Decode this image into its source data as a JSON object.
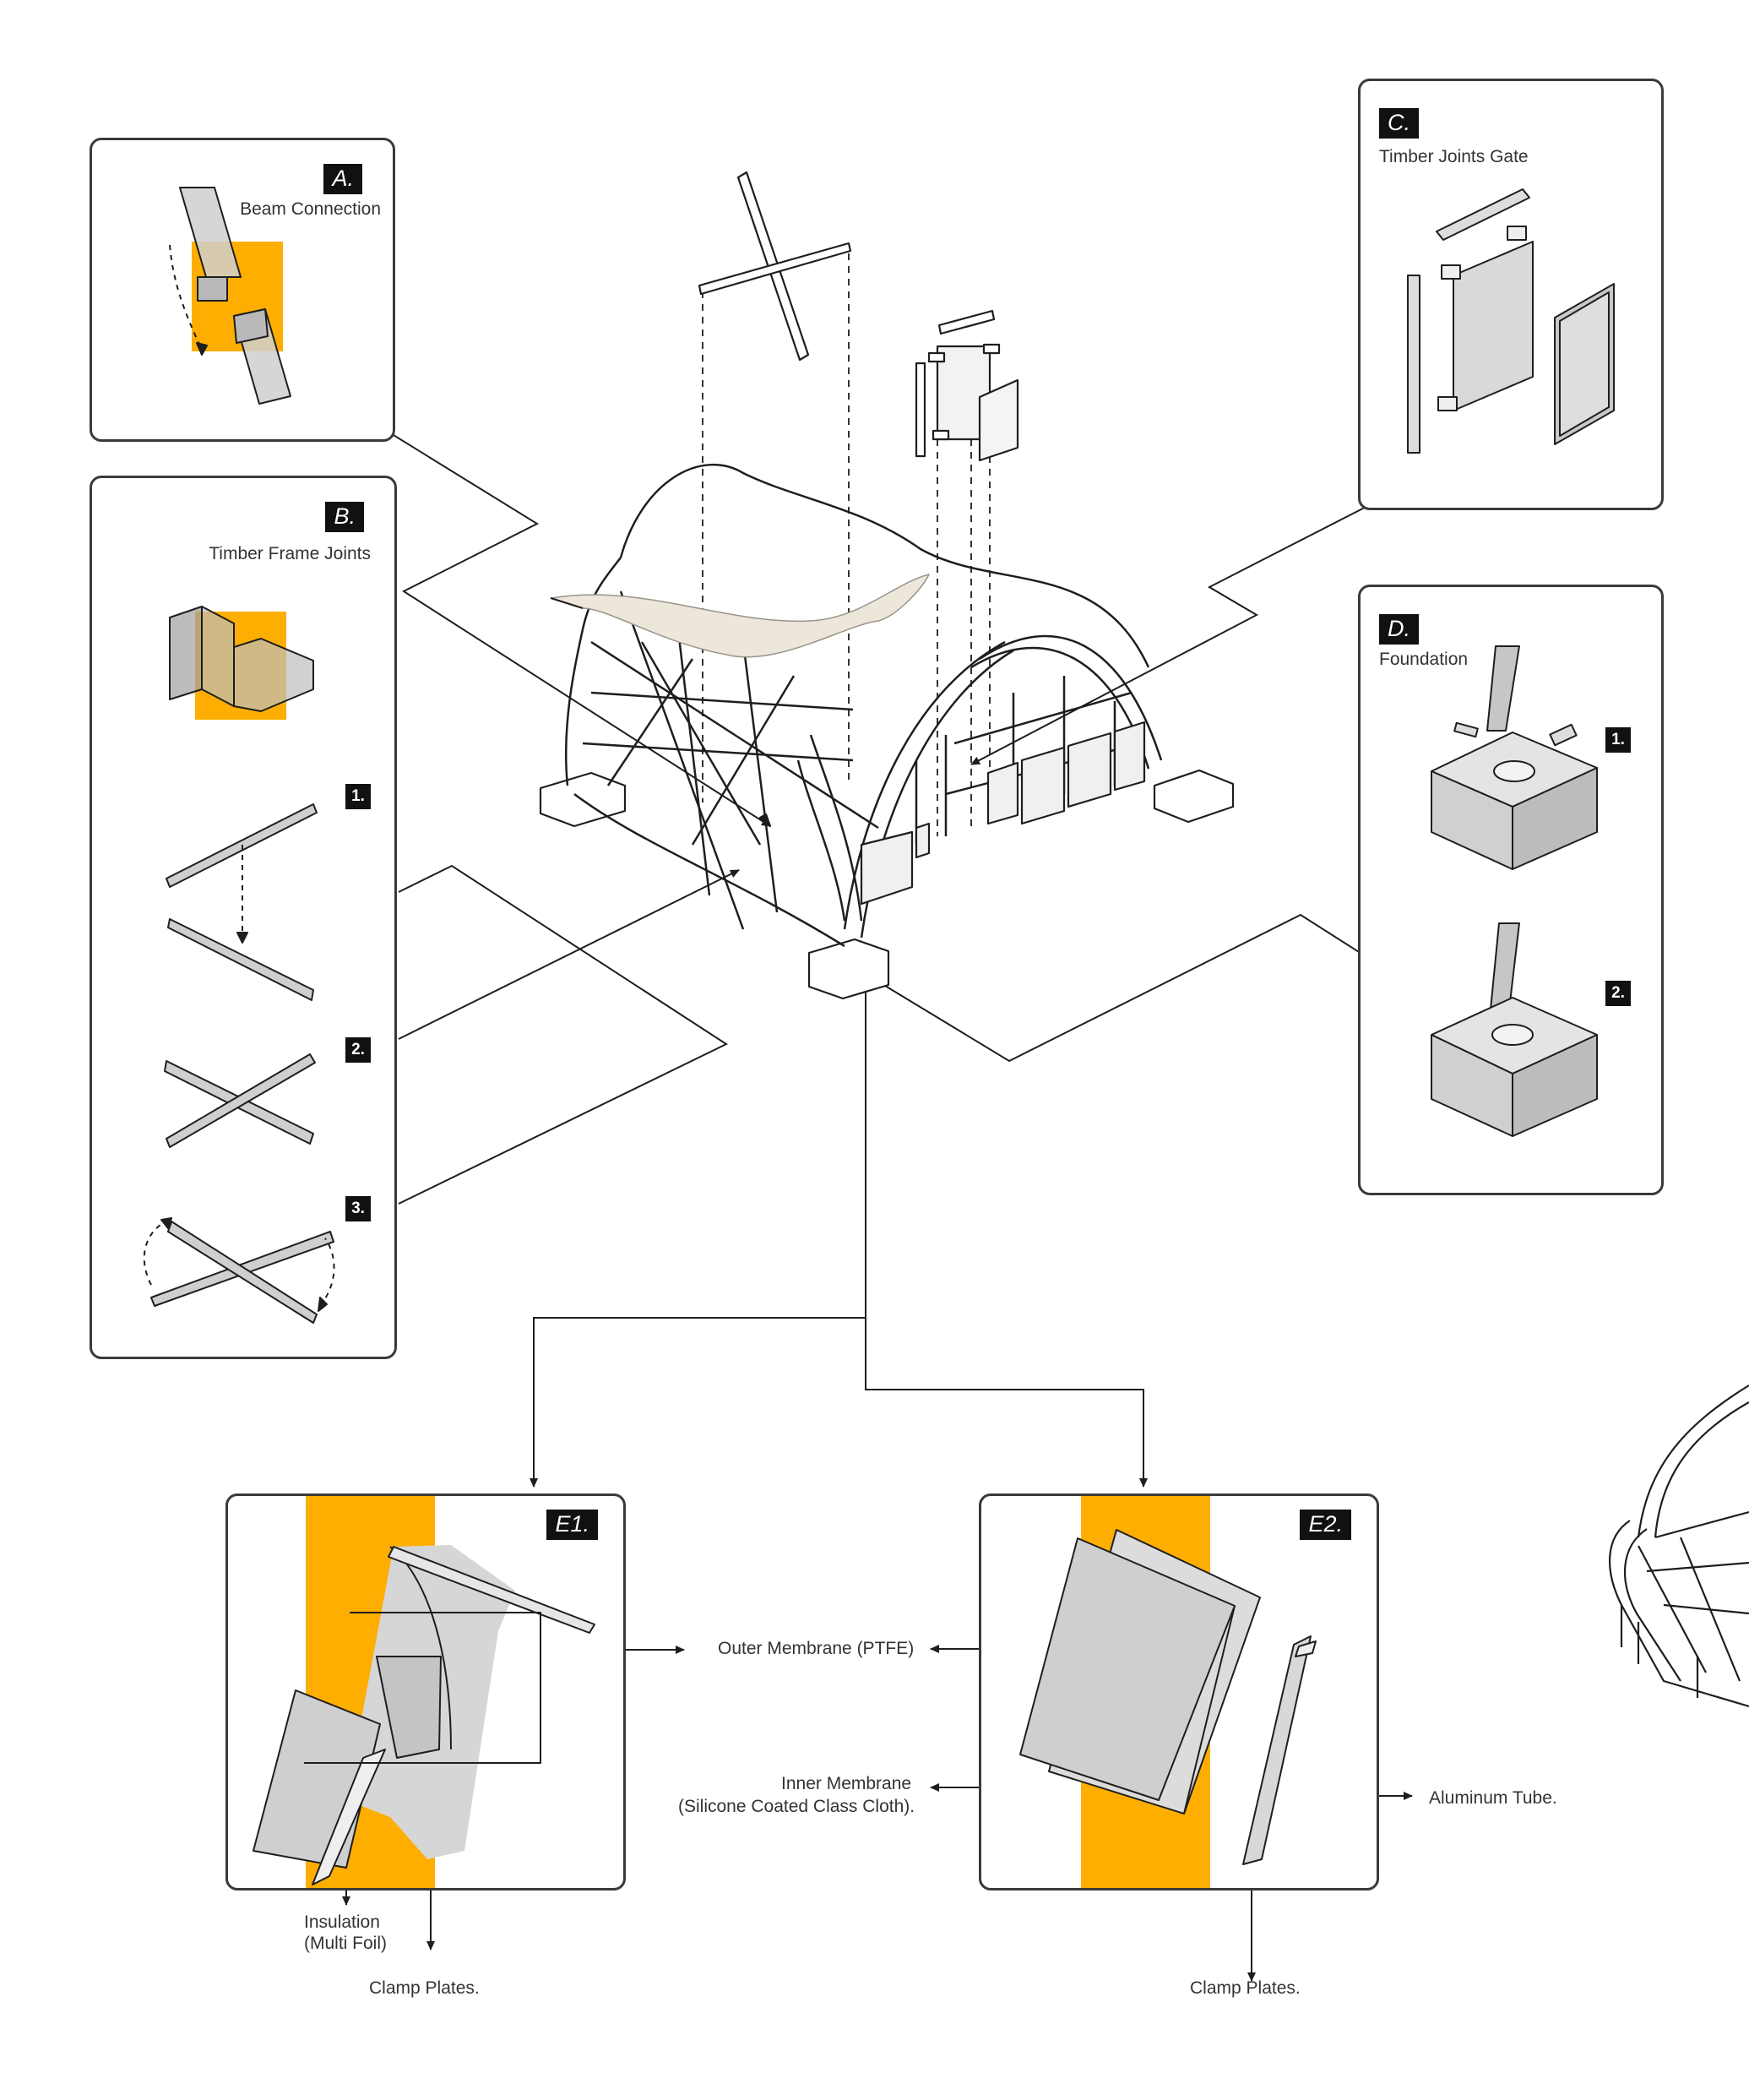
{
  "colors": {
    "accent": "#fdae00",
    "line": "#1e1e1e",
    "frame": "#3a3a3a",
    "fill": "#d6d6d6",
    "membrane": "#ece7da"
  },
  "panels": {
    "a": {
      "tag": "A.",
      "title": "Beam Connection"
    },
    "b": {
      "tag": "B.",
      "title": "Timber Frame Joints",
      "steps": [
        "1.",
        "2.",
        "3."
      ]
    },
    "c": {
      "tag": "C.",
      "title": "Timber Joints Gate"
    },
    "d": {
      "tag": "D.",
      "title": "Foundation",
      "steps": [
        "1.",
        "2."
      ]
    },
    "e1": {
      "tag": "E1."
    },
    "e2": {
      "tag": "E2."
    }
  },
  "labels": {
    "outer_membrane": "Outer Membrane (PTFE)",
    "inner_membrane": "Inner Membrane",
    "inner_membrane_sub": "(Silicone Coated Class Cloth).",
    "aluminum_tube": "Aluminum Tube.",
    "insulation": "Insulation",
    "insulation_sub": "(Multi Foil)",
    "clamp_plates_1": "Clamp Plates.",
    "clamp_plates_2": "Clamp Plates."
  }
}
